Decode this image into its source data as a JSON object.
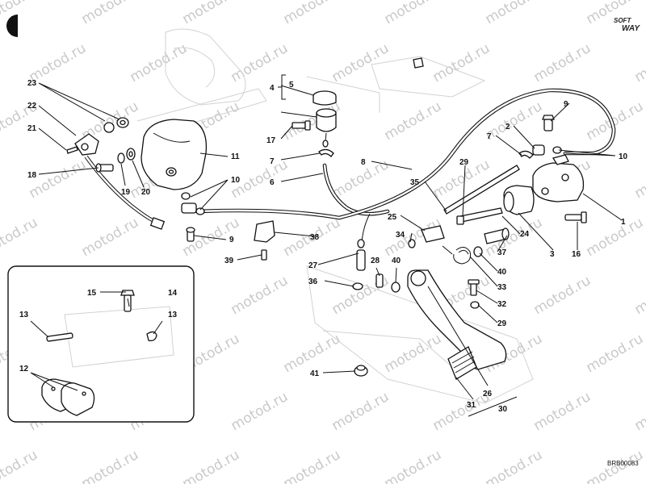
{
  "watermark": "motod.ru",
  "logo": {
    "line1": "SOFT",
    "line2": "WAY"
  },
  "diagram_code": "BRB00083",
  "callouts": {
    "c1": "1",
    "c2": "2",
    "c3": "3",
    "c4": "4",
    "c5": "5",
    "c6": "6",
    "c7a": "7",
    "c7b": "7",
    "c8": "8",
    "c9a": "9",
    "c9b": "9",
    "c10a": "10",
    "c10b": "10",
    "c11": "11",
    "c12": "12",
    "c13a": "13",
    "c13b": "13",
    "c14": "14",
    "c15": "15",
    "c16": "16",
    "c17": "17",
    "c18": "18",
    "c19": "19",
    "c20": "20",
    "c21": "21",
    "c22": "22",
    "c23": "23",
    "c24": "24",
    "c25": "25",
    "c26": "26",
    "c27": "27",
    "c28": "28",
    "c29a": "29",
    "c29b": "29",
    "c30": "30",
    "c31": "31",
    "c32": "32",
    "c33": "33",
    "c34": "34",
    "c35": "35",
    "c36": "36",
    "c37": "37",
    "c38": "38",
    "c39": "39",
    "c40a": "40",
    "c40b": "40",
    "c41": "41"
  }
}
